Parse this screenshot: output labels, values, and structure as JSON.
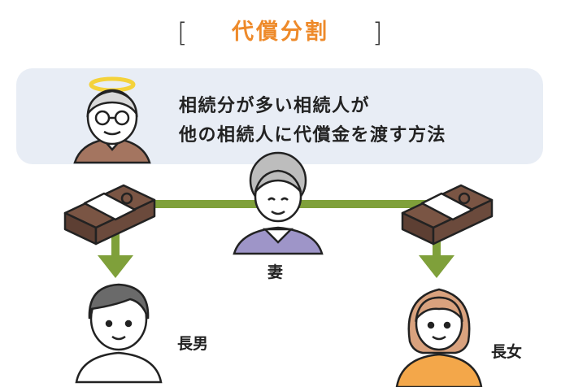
{
  "title": {
    "open_bracket": "[",
    "text": "代償分割",
    "close_bracket": "]"
  },
  "description": {
    "line1": "相続分が多い相続人が",
    "line2": "他の相続人に代償金を渡す方法"
  },
  "people": {
    "wife": "妻",
    "son": "長男",
    "daughter": "長女"
  },
  "colors": {
    "title": "#ee8a2a",
    "banner": "#e8edf5",
    "arrow": "#7fa03a",
    "money": "#7a5544",
    "halo": "#f4d23a"
  }
}
